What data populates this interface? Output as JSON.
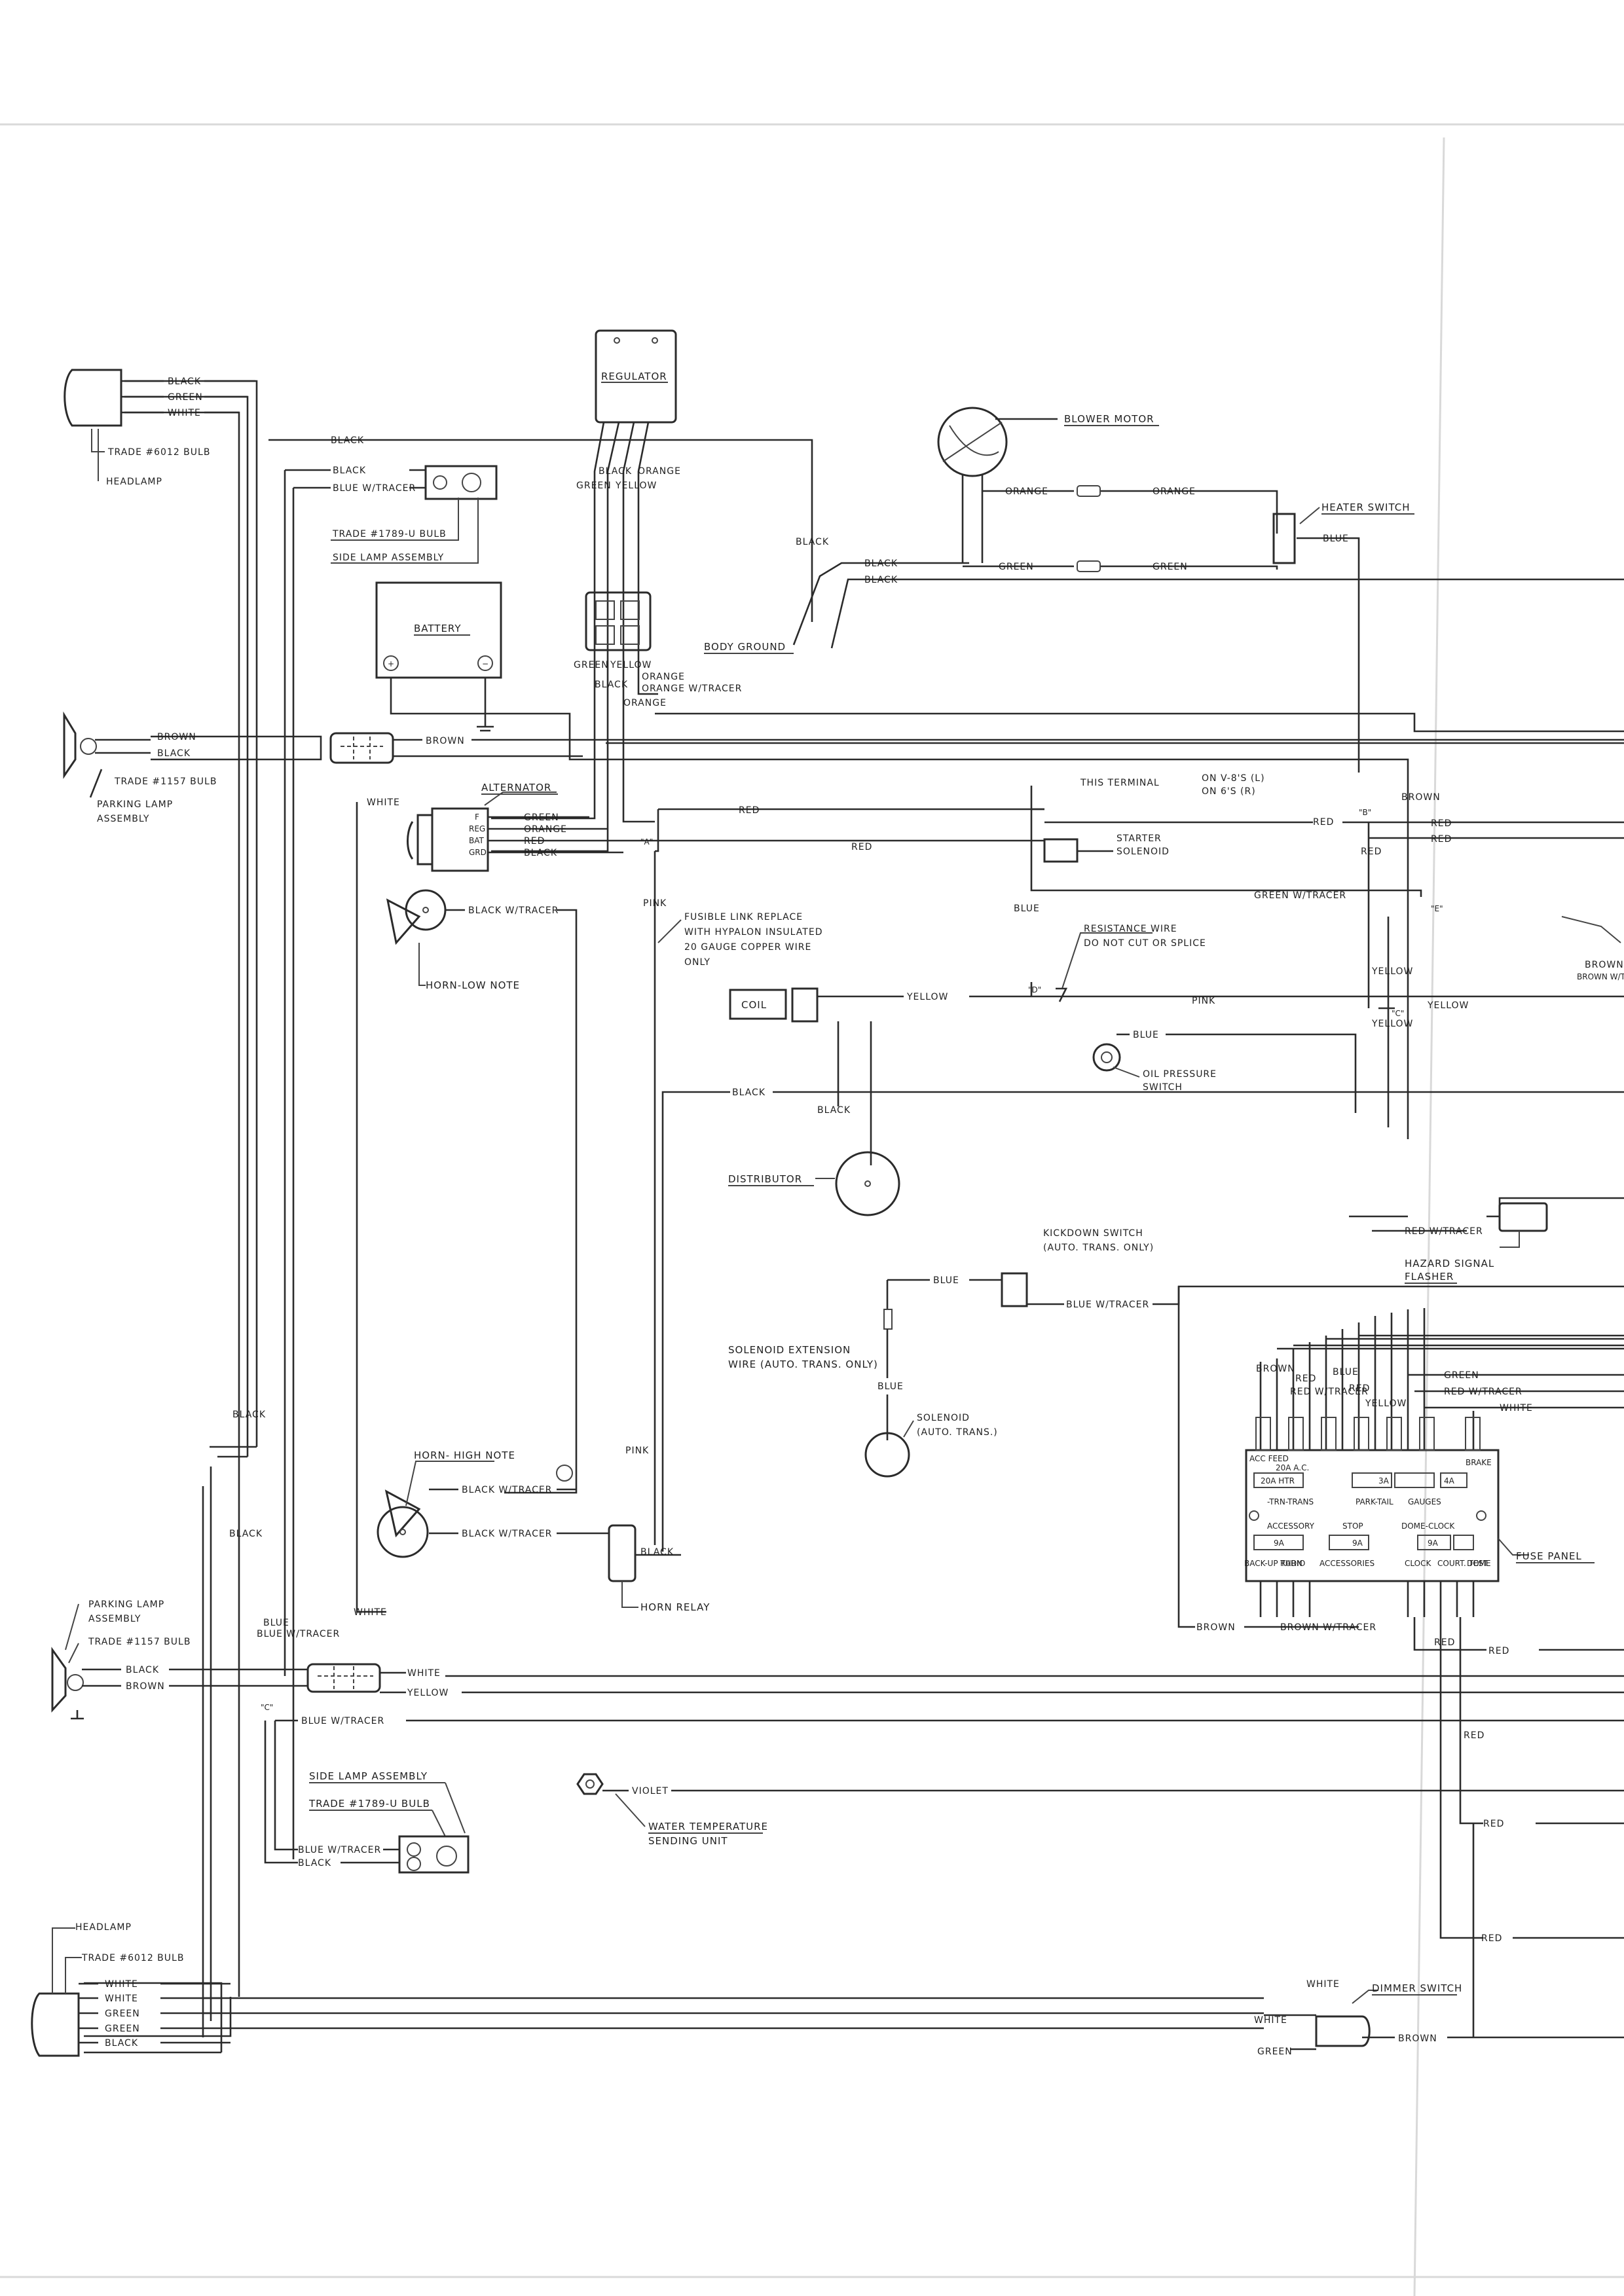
{
  "components": {
    "regulator": "REGULATOR",
    "battery": "BATTERY",
    "body_ground": "BODY GROUND",
    "blower_motor": "BLOWER MOTOR",
    "heater_switch": "HEATER SWITCH",
    "alternator": "ALTERNATOR",
    "horn_low": "HORN-LOW NOTE",
    "horn_high": "HORN- HIGH NOTE",
    "horn_relay": "HORN RELAY",
    "coil": "COIL",
    "distributor": "DISTRIBUTOR",
    "oil_pressure": [
      "OIL PRESSURE",
      "SWITCH"
    ],
    "starter_solenoid": [
      "STARTER",
      "SOLENOID"
    ],
    "this_terminal": [
      "THIS TERMINAL",
      "ON V-8'S (L)",
      "ON 6'S (R)"
    ],
    "resistance_wire": [
      "RESISTANCE WIRE",
      "DO NOT CUT OR SPLICE"
    ],
    "fusible_link": [
      "FUSIBLE LINK REPLACE",
      "WITH HYPALON INSULATED",
      "20 GAUGE COPPER WIRE",
      "ONLY"
    ],
    "kickdown_switch": [
      "KICKDOWN SWITCH",
      "(AUTO. TRANS. ONLY)"
    ],
    "solenoid_ext": [
      "SOLENOID EXTENSION",
      "WIRE (AUTO. TRANS. ONLY)"
    ],
    "solenoid": [
      "SOLENOID",
      "(AUTO. TRANS.)"
    ],
    "hazard_flasher": [
      "HAZARD SIGNAL",
      "FLASHER"
    ],
    "fuse_panel": "FUSE PANEL",
    "water_temp": [
      "WATER TEMPERATURE",
      "SENDING UNIT"
    ],
    "dimmer_switch": "DIMMER SWITCH",
    "headlamp": "HEADLAMP",
    "trade_6012": "TRADE #6012 BULB",
    "trade_1789": "TRADE #1789-U BULB",
    "trade_1157": "TRADE #1157 BULB",
    "side_lamp": "SIDE LAMP ASSEMBLY",
    "parking_lamp": [
      "PARKING LAMP",
      "ASSEMBLY"
    ]
  },
  "alternator_terminals": [
    "F",
    "REG",
    "BAT",
    "GRD"
  ],
  "fuse_panel": {
    "top": [
      "ACC FEED",
      "20A A.C.",
      "20A HTR",
      "3A",
      "4A",
      "BRAKE"
    ],
    "mid": [
      "-TRN-TRANS",
      "PARK-TAIL",
      "GAUGES"
    ],
    "mid2": [
      "ACCESSORY",
      "STOP",
      "DOME-CLOCK"
    ],
    "lower": [
      "9A",
      "9A",
      "9A"
    ],
    "bottom": [
      "BACK-UP TURN",
      "RADIO",
      "ACCESSORIES",
      "CLOCK",
      "COURT. TEST",
      "DOME"
    ]
  },
  "wire_colors": {
    "black": "BLACK",
    "green": "GREEN",
    "white": "WHITE",
    "brown": "BROWN",
    "orange": "ORANGE",
    "yellow": "YELLOW",
    "red": "RED",
    "pink": "PINK",
    "blue": "BLUE",
    "violet": "VIOLET",
    "blue_tracer": "BLUE W/TRACER",
    "black_tracer": "BLACK W/TRACER",
    "red_tracer": "RED W/TRACER",
    "green_tracer": "GREEN W/TRACER",
    "brown_tracer": "BROWN W/TRACER",
    "orange_tracer": "ORANGE W/TRACER",
    "brown_tracer_short": "BROWN W/TRACER"
  },
  "terminal_marks": [
    "\"B\"",
    "\"A\"",
    "\"D\"",
    "\"C\"",
    "\"E\""
  ]
}
